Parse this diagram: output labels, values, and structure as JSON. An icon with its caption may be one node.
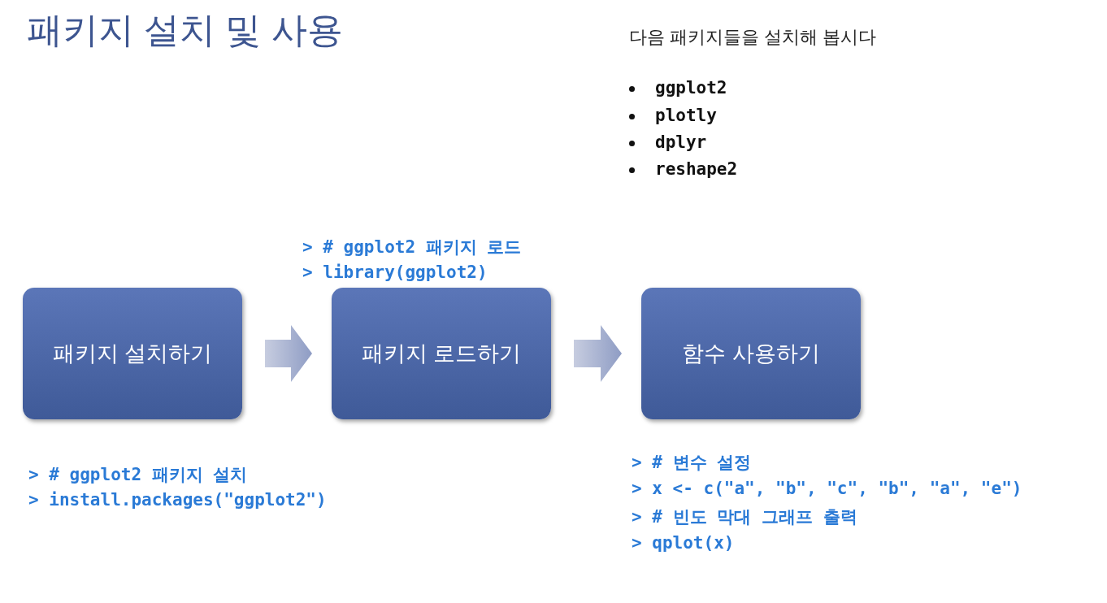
{
  "diagram": {
    "title": "패키지 설치 및 사용",
    "nodes": [
      {
        "text": [
          "패키지 설치하기"
        ],
        "beside": [
          "> # ggplot2 패키지 설치",
          "> install.packages(\"ggplot2\")"
        ]
      },
      {
        "text": [
          "패키지 로드하기"
        ],
        "beside": [
          "> # ggplot2 패키지 로드",
          "> library(ggplot2)"
        ]
      },
      {
        "text": [
          "함수 사용하기"
        ],
        "beside": [
          "> # 변수 설정",
          "> x <- c(\"a\", \"b\", \"c\", \"b\", \"a\", \"e\")",
          "> # 빈도 막대 그래프 출력",
          "> qplot(x)"
        ]
      }
    ],
    "edges": [
      {
        "from": 0,
        "to": 1,
        "arrow": "to"
      },
      {
        "from": 1,
        "to": 2,
        "arrow": "to"
      }
    ],
    "labels": [
      "다음 패키지들을 설치해 봅시다",
      "ggplot2",
      "plotly",
      "dplyr",
      "reshape2"
    ]
  }
}
